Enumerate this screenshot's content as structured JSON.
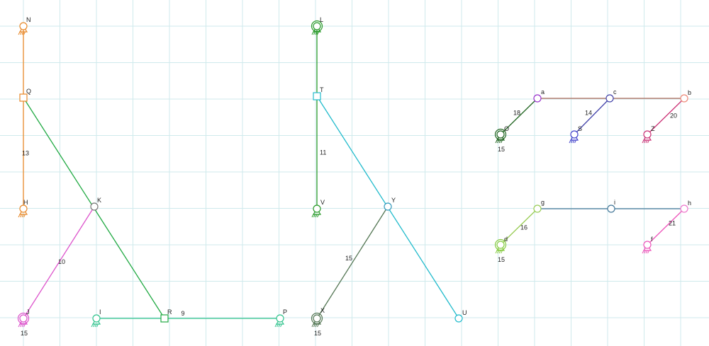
{
  "diagram": {
    "grid_color": "#cfeaec",
    "joints": [
      {
        "id": "N",
        "label": "N",
        "ground": true,
        "color": "#e8892a"
      },
      {
        "id": "Q",
        "label": "Q",
        "slider": true,
        "color": "#e8892a"
      },
      {
        "id": "H",
        "label": "H",
        "ground": true,
        "color": "#e8892a"
      },
      {
        "id": "K",
        "label": "K",
        "color": "#777777"
      },
      {
        "id": "J",
        "label": "J",
        "ground": true,
        "color": "#dd55cc",
        "crank": true
      },
      {
        "id": "I",
        "label": "I",
        "ground": true,
        "color": "#33c48e"
      },
      {
        "id": "R",
        "label": "R",
        "slider": true,
        "color": "#22aa44"
      },
      {
        "id": "P",
        "label": "P",
        "ground": true,
        "color": "#33c48e"
      },
      {
        "id": "L",
        "label": "L",
        "ground": true,
        "color": "#2a9a2a",
        "crank": true
      },
      {
        "id": "T",
        "label": "T",
        "slider": true,
        "color": "#22bbcc"
      },
      {
        "id": "V",
        "label": "V",
        "ground": true,
        "color": "#2a9a2a"
      },
      {
        "id": "Y",
        "label": "Y",
        "color": "#3399bb"
      },
      {
        "id": "X",
        "label": "X",
        "ground": true,
        "color": "#557755",
        "crank": true
      },
      {
        "id": "U",
        "label": "U",
        "color": "#22bbcc"
      },
      {
        "id": "a",
        "label": "a",
        "color": "#9933cc"
      },
      {
        "id": "c",
        "label": "c",
        "color": "#4444aa"
      },
      {
        "id": "b",
        "label": "b",
        "color": "#ee8877"
      },
      {
        "id": "O",
        "label": "O",
        "ground": true,
        "color": "#226622",
        "crank": true
      },
      {
        "id": "S",
        "label": "S",
        "ground": true,
        "color": "#4444cc"
      },
      {
        "id": "Z",
        "label": "Z",
        "ground": true,
        "color": "#cc3377"
      },
      {
        "id": "g",
        "label": "g",
        "color": "#99cc55"
      },
      {
        "id": "i",
        "label": "i",
        "color": "#447799"
      },
      {
        "id": "h",
        "label": "h",
        "color": "#ee77cc"
      },
      {
        "id": "d",
        "label": "d",
        "ground": true,
        "color": "#88cc44",
        "crank": true
      },
      {
        "id": "f",
        "label": "f",
        "ground": true,
        "color": "#ee55bb"
      }
    ],
    "links": [
      {
        "from": "N",
        "to": "Q",
        "color": "#e8892a"
      },
      {
        "from": "Q",
        "to": "H",
        "color": "#e8892a",
        "label": "13"
      },
      {
        "from": "Q",
        "to": "R",
        "color": "#22aa44"
      },
      {
        "from": "J",
        "to": "K",
        "color": "#dd55cc",
        "label": "10"
      },
      {
        "from": "I",
        "to": "P",
        "color": "#33c48e",
        "label": "9"
      },
      {
        "from": "L",
        "to": "T",
        "color": "#2a9a2a"
      },
      {
        "from": "T",
        "to": "V",
        "color": "#2a9a2a",
        "label": "11"
      },
      {
        "from": "T",
        "to": "U",
        "color": "#22bbcc"
      },
      {
        "from": "X",
        "to": "Y",
        "color": "#557755",
        "label": "15"
      },
      {
        "from": "O",
        "to": "a",
        "color": "#226622",
        "label": "18"
      },
      {
        "from": "a",
        "to": "b",
        "color": "#aa6655"
      },
      {
        "from": "S",
        "to": "c",
        "color": "#4444aa",
        "label": "14"
      },
      {
        "from": "Z",
        "to": "b",
        "color": "#cc3377",
        "label": "20"
      },
      {
        "from": "d",
        "to": "g",
        "color": "#99cc55",
        "label": "16"
      },
      {
        "from": "g",
        "to": "h",
        "color": "#447799"
      },
      {
        "from": "f",
        "to": "h",
        "color": "#ee55bb",
        "label": "21"
      }
    ],
    "speed_labels": [
      {
        "joint": "J",
        "text": "15"
      },
      {
        "joint": "X",
        "text": "15"
      },
      {
        "joint": "O",
        "text": "15"
      },
      {
        "joint": "d",
        "text": "15"
      }
    ]
  }
}
